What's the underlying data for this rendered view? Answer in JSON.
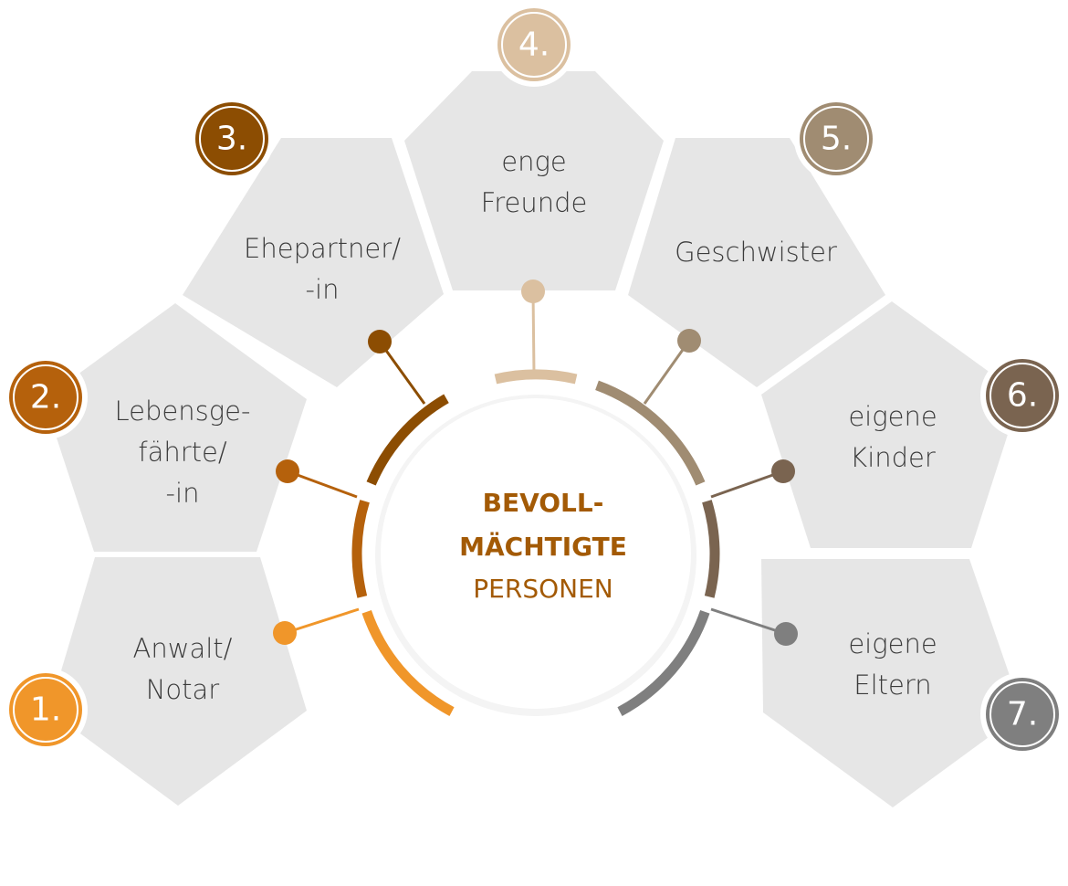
{
  "center": {
    "line1": "BEVOLL-",
    "line2": "MÄCHTIGTE",
    "line3": "PERSONEN"
  },
  "segments": [
    {
      "number": "1.",
      "lines": [
        "Anwalt/",
        "Notar"
      ],
      "color": "#f0962a"
    },
    {
      "number": "2.",
      "lines": [
        "Lebensge-",
        "fährte/",
        "-in"
      ],
      "color": "#b5610c"
    },
    {
      "number": "3.",
      "lines": [
        "Ehepartner/",
        "-in"
      ],
      "color": "#8c4d02"
    },
    {
      "number": "4.",
      "lines": [
        "enge",
        "Freunde"
      ],
      "color": "#dbc0a0"
    },
    {
      "number": "5.",
      "lines": [
        "Geschwister"
      ],
      "color": "#a08c72"
    },
    {
      "number": "6.",
      "lines": [
        "eigene",
        "Kinder"
      ],
      "color": "#7a6450"
    },
    {
      "number": "7.",
      "lines": [
        "eigene",
        "Eltern"
      ],
      "color": "#7f7f7f"
    }
  ],
  "colors": {
    "pentagon_fill": "#e6e6e6",
    "center_text": "#a35a05"
  }
}
